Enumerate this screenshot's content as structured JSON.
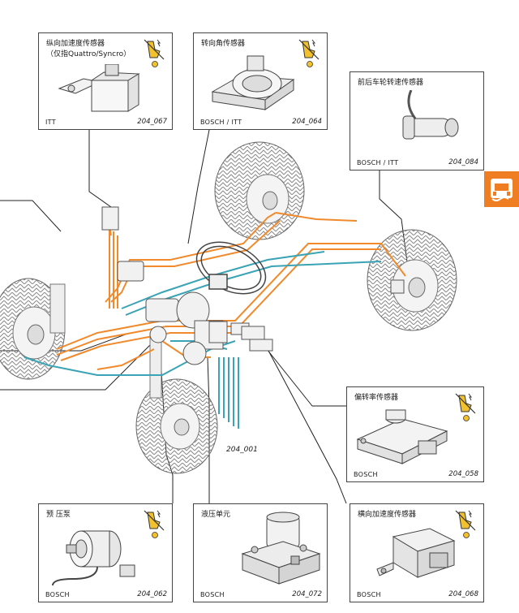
{
  "figure_code": "204_001",
  "colors": {
    "orange_wiring": "#f08a2c",
    "teal_wiring": "#3aa3b5",
    "warning_yellow": "#f2c12e",
    "side_tab": "#ef7d22"
  },
  "side_tab_icon": "vehicle-skid-icon",
  "warning_icon": "esd-hand-warning-icon",
  "components": [
    {
      "key": "longitudinal",
      "title": "纵向加速度传感器",
      "subtitle": "（仅指Quattro/Syncro）",
      "brand": "ITT",
      "code": "204_067"
    },
    {
      "key": "steering",
      "title": "转向角传感器",
      "subtitle": "",
      "brand": "BOSCH / ITT",
      "code": "204_064"
    },
    {
      "key": "wheel_speed",
      "title": "前后车轮转速传感器",
      "subtitle": "",
      "brand": "BOSCH / ITT",
      "code": "204_084"
    },
    {
      "key": "yaw",
      "title": "偏转率传感器",
      "subtitle": "",
      "brand": "BOSCH",
      "code": "204_058"
    },
    {
      "key": "pump",
      "title": "预 压泵",
      "subtitle": "",
      "brand": "BOSCH",
      "code": "204_062"
    },
    {
      "key": "hydraulic",
      "title": "液压单元",
      "subtitle": "",
      "brand": "BOSCH",
      "code": "204_072"
    },
    {
      "key": "lateral",
      "title": "横向加速度传感器",
      "subtitle": "",
      "brand": "BOSCH",
      "code": "204_068"
    }
  ]
}
